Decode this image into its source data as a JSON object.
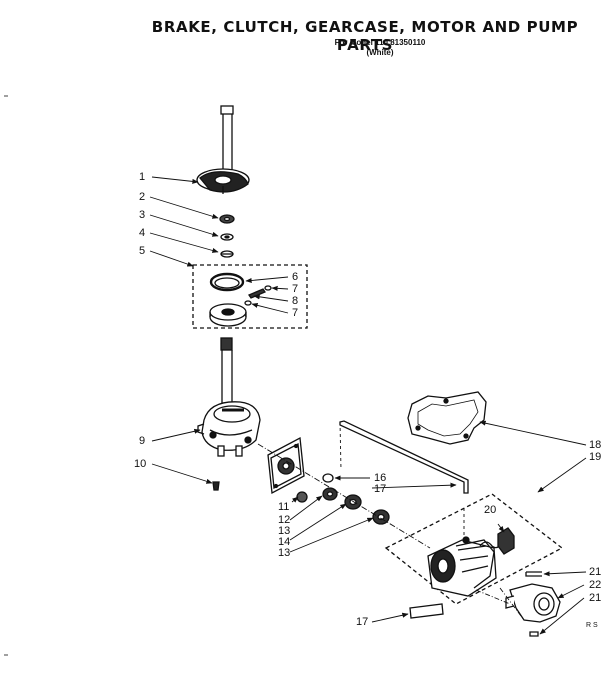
{
  "title": "BRAKE, CLUTCH, GEARCASE, MOTOR AND PUMP PARTS",
  "model_line": "For Model 110.81350110",
  "color_line": "(White)",
  "drawing_code": "R S",
  "callouts": {
    "c1": "1",
    "c2": "2",
    "c3": "3",
    "c4": "4",
    "c5": "5",
    "c6": "6",
    "c7a": "7",
    "c8": "8",
    "c7b": "7",
    "c9": "9",
    "c10": "10",
    "c11": "11",
    "c12": "12",
    "c13a": "13",
    "c14": "14",
    "c13b": "13",
    "c16": "16",
    "c17a": "17",
    "c18": "18",
    "c19": "19",
    "c20": "20",
    "c21a": "21",
    "c22": "22",
    "c21b": "21",
    "c17b": "17"
  }
}
